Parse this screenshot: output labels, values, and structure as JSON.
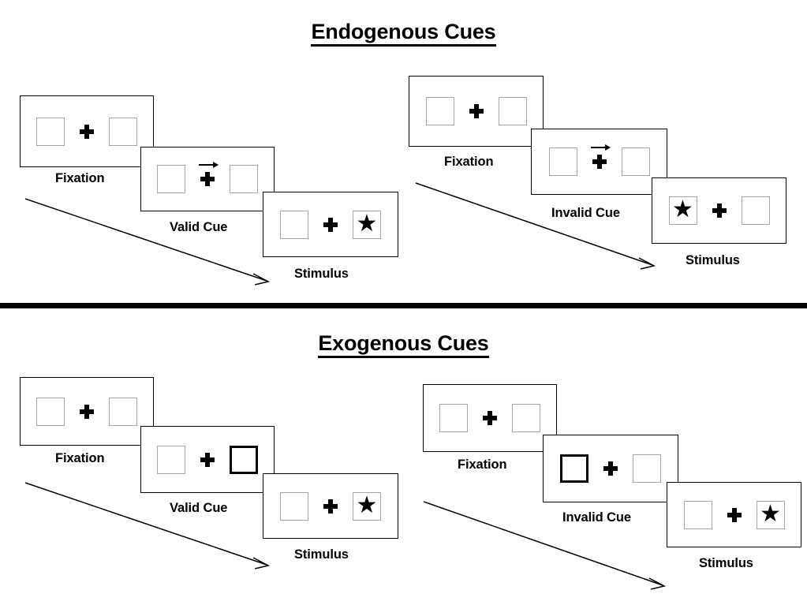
{
  "sections": [
    {
      "id": "endogenous",
      "title": "Endogenous Cues",
      "sequences": [
        {
          "id": "endogenous-valid",
          "panels": [
            {
              "caption": "Fixation",
              "left_box": "empty",
              "right_box": "empty",
              "cue": "none",
              "star": "none"
            },
            {
              "caption": "Valid Cue",
              "left_box": "empty",
              "right_box": "empty",
              "cue": "arrow-right",
              "star": "none"
            },
            {
              "caption": "Stimulus",
              "left_box": "empty",
              "right_box": "star",
              "cue": "none",
              "star": "right"
            }
          ]
        },
        {
          "id": "endogenous-invalid",
          "panels": [
            {
              "caption": "Fixation",
              "left_box": "empty",
              "right_box": "empty",
              "cue": "none",
              "star": "none"
            },
            {
              "caption": "Invalid Cue",
              "left_box": "empty",
              "right_box": "empty",
              "cue": "arrow-right",
              "star": "none"
            },
            {
              "caption": "Stimulus",
              "left_box": "star",
              "right_box": "empty",
              "cue": "none",
              "star": "left"
            }
          ]
        }
      ]
    },
    {
      "id": "exogenous",
      "title": "Exogenous Cues",
      "sequences": [
        {
          "id": "exogenous-valid",
          "panels": [
            {
              "caption": "Fixation",
              "left_box": "empty",
              "right_box": "empty",
              "cue": "none",
              "star": "none"
            },
            {
              "caption": "Valid Cue",
              "left_box": "empty",
              "right_box": "cued",
              "cue": "box-highlight-right",
              "star": "none"
            },
            {
              "caption": "Stimulus",
              "left_box": "empty",
              "right_box": "star",
              "cue": "none",
              "star": "right"
            }
          ]
        },
        {
          "id": "exogenous-invalid",
          "panels": [
            {
              "caption": "Fixation",
              "left_box": "empty",
              "right_box": "empty",
              "cue": "none",
              "star": "none"
            },
            {
              "caption": "Invalid Cue",
              "left_box": "cued",
              "right_box": "empty",
              "cue": "box-highlight-left",
              "star": "none"
            },
            {
              "caption": "Stimulus",
              "left_box": "empty",
              "right_box": "star",
              "cue": "none",
              "star": "right"
            }
          ]
        }
      ]
    }
  ],
  "glyphs": {
    "star": "★",
    "fixation_cross": "plus-cross",
    "cue_arrow": "arrow-right-icon"
  },
  "colors": {
    "ink": "#000000",
    "box_border": "#a6a6a6",
    "panel_border": "#000000",
    "background": "#ffffff"
  }
}
